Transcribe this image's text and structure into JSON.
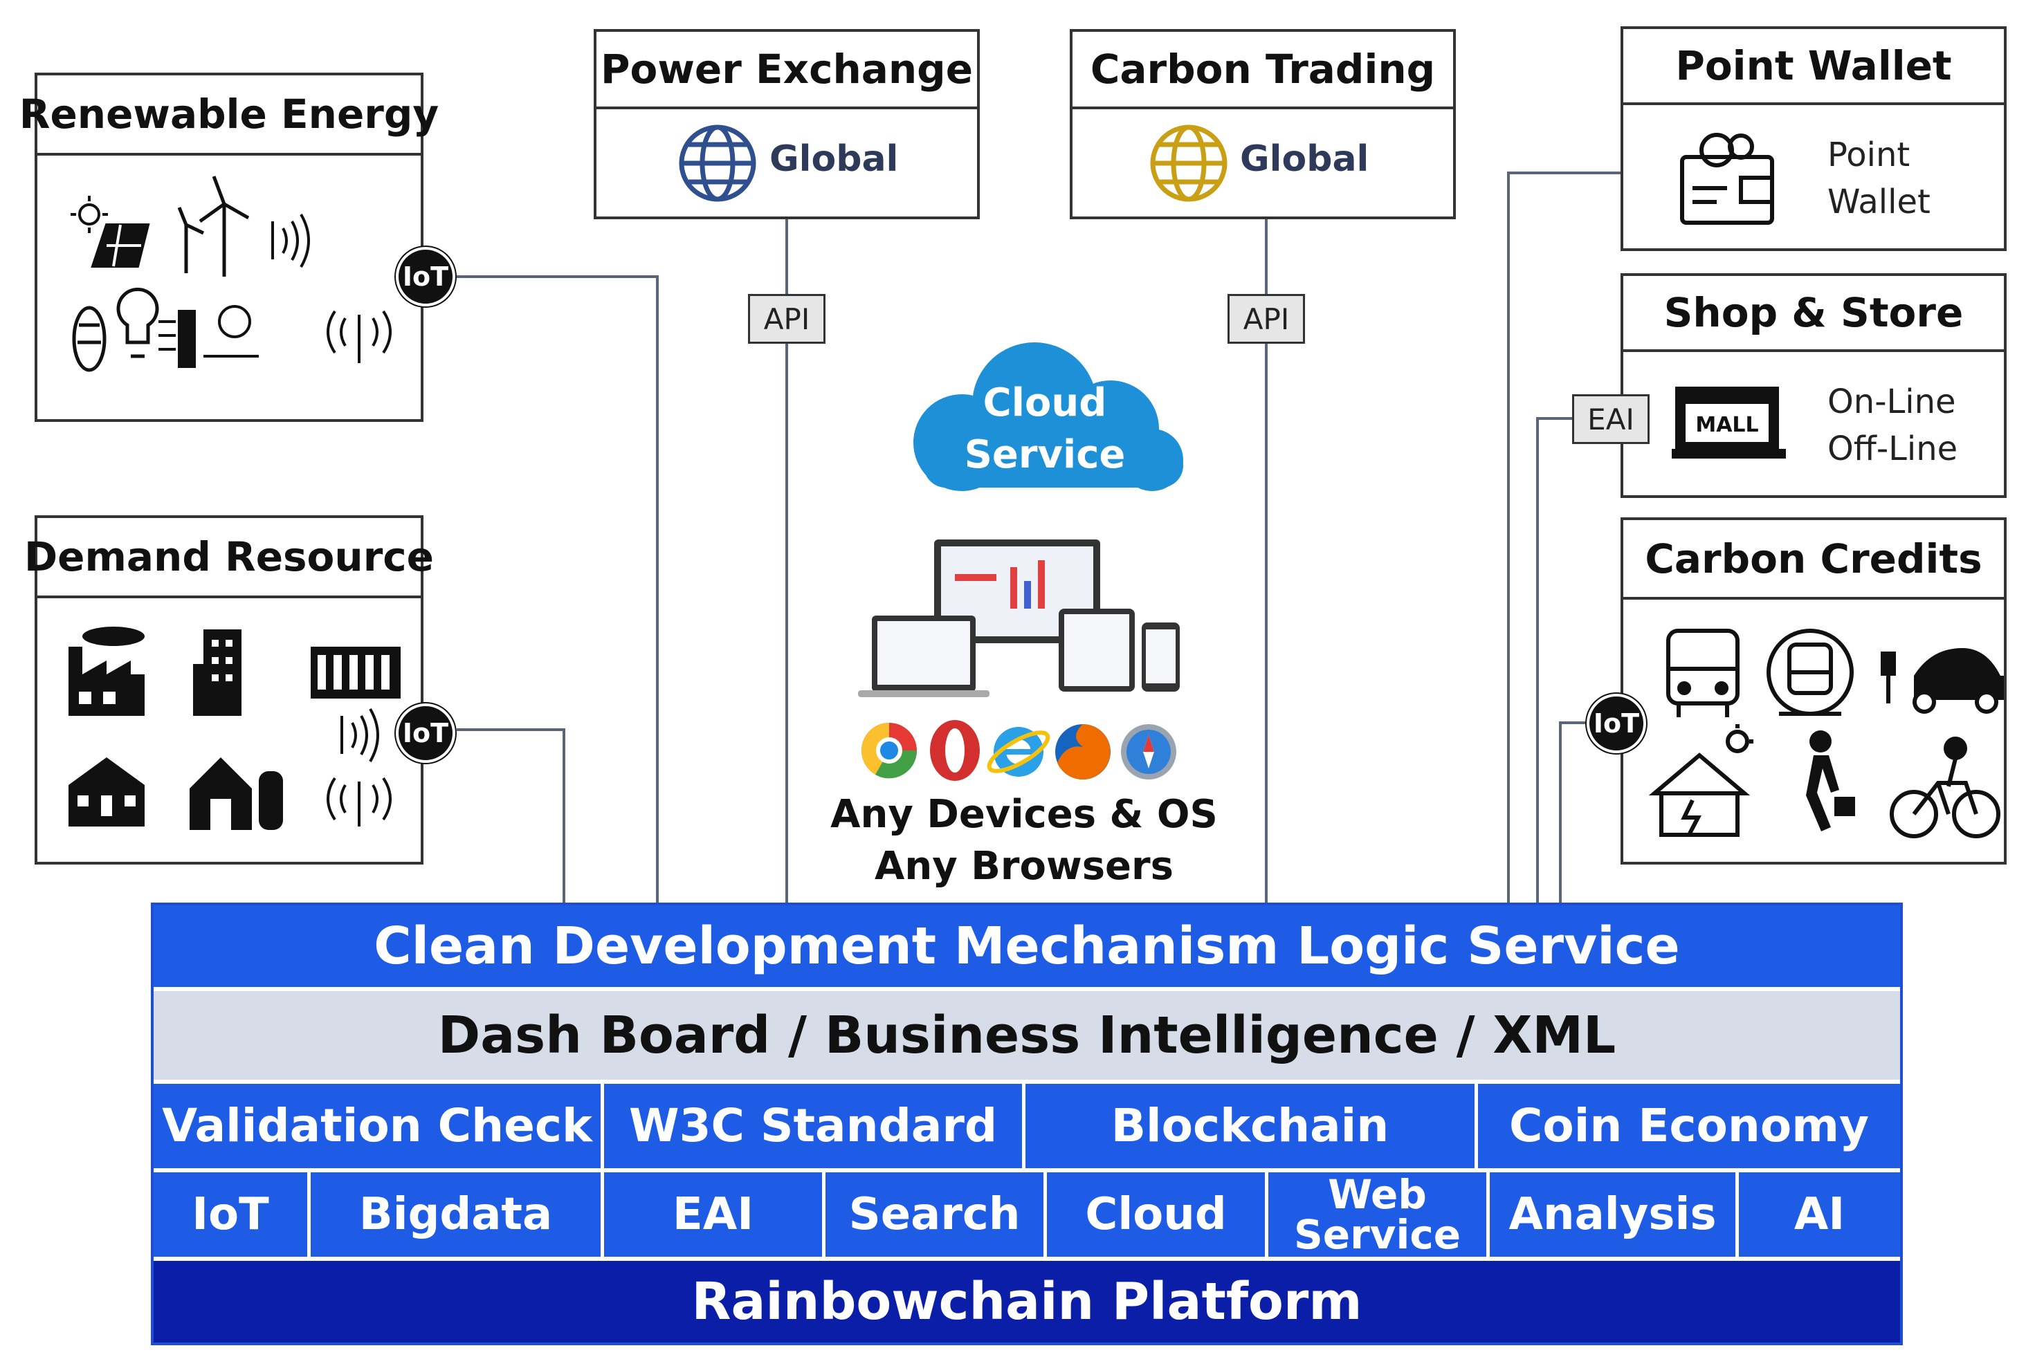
{
  "renewable": {
    "title": "Renewable Energy"
  },
  "demand": {
    "title": "Demand Resource"
  },
  "power_exchange": {
    "title": "Power Exchange",
    "label": "Global"
  },
  "carbon_trading": {
    "title": "Carbon Trading",
    "label": "Global"
  },
  "point_wallet": {
    "title": "Point Wallet",
    "line1": "Point",
    "line2": "Wallet"
  },
  "shop_store": {
    "title": "Shop & Store",
    "line1": "On-Line",
    "line2": "Off-Line",
    "mall": "MALL"
  },
  "carbon_credits": {
    "title": "Carbon Credits"
  },
  "connectors": {
    "iot": "IoT",
    "api": "API",
    "eai": "EAI"
  },
  "cloud": {
    "line1": "Cloud",
    "line2": "Service"
  },
  "devices": {
    "line1": "Any Devices & OS",
    "line2": "Any Browsers"
  },
  "stack": {
    "row1": "Clean Development Mechanism Logic Service",
    "row2": "Dash Board / Business Intelligence / XML",
    "row3": [
      "Validation Check",
      "W3C Standard",
      "Blockchain",
      "Coin Economy"
    ],
    "row4": [
      "IoT",
      "Bigdata",
      "EAI",
      "Search",
      "Cloud",
      "Web Service",
      "Analysis",
      "AI"
    ],
    "row5": "Rainbowchain Platform"
  },
  "colors": {
    "blue": "#1f5ce6",
    "navy": "#0b1ea8",
    "light": "#d6dce8",
    "cloud": "#1e90d8"
  }
}
